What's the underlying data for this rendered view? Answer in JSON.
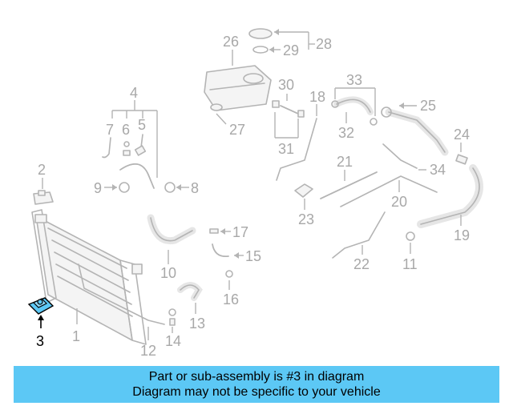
{
  "diagram": {
    "callouts": [
      "1",
      "2",
      "3",
      "4",
      "5",
      "6",
      "7",
      "8",
      "9",
      "10",
      "11",
      "12",
      "13",
      "14",
      "15",
      "16",
      "17",
      "18",
      "19",
      "20",
      "21",
      "22",
      "23",
      "24",
      "25",
      "26",
      "27",
      "28",
      "29",
      "30",
      "31",
      "32",
      "33",
      "34"
    ],
    "highlighted_callout": "3",
    "highlight_color": "#5cc8f5"
  },
  "caption": {
    "line1": "Part or sub-assembly is #3 in diagram",
    "line2": "Diagram may not be specific to your vehicle",
    "background": "#5cc8f5"
  }
}
